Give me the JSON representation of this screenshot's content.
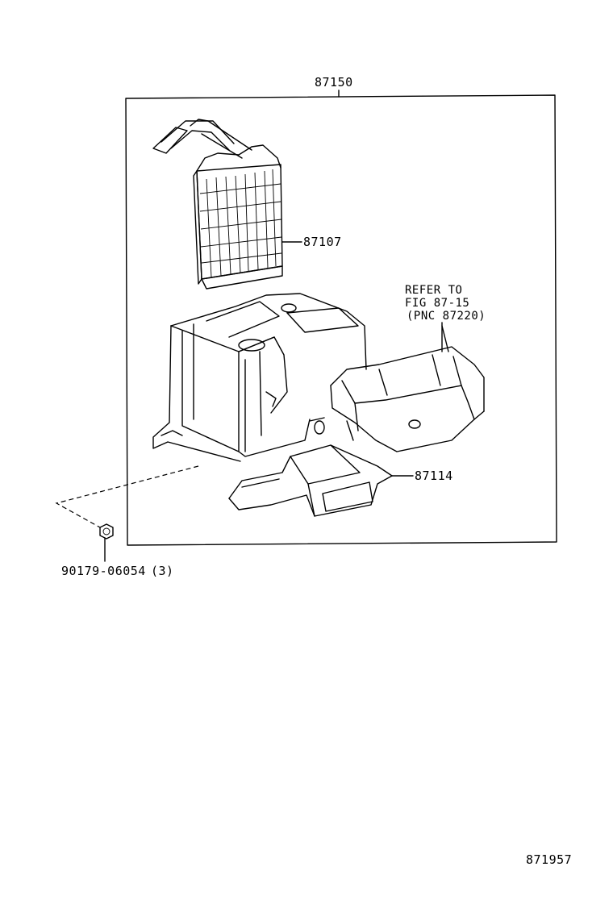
{
  "labels": {
    "assembly": "87150",
    "heater_core": "87107",
    "lower_case": "87114",
    "nut": "90179-06054",
    "nut_qty": "(3)",
    "figure_number": "871957"
  },
  "reference_note": {
    "line1": "REFER TO",
    "line2": "FIG 87-15",
    "line3": "(PNC 87220)"
  },
  "icons": [
    "heater-core-radiator",
    "heater-case-housing",
    "blower-duct-unit",
    "lower-air-duct",
    "hex-nut"
  ]
}
